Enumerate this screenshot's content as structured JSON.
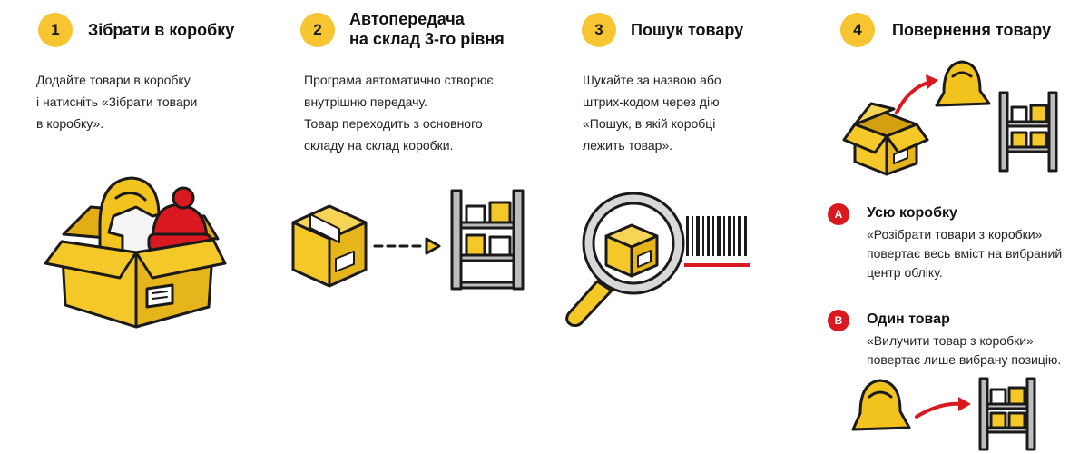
{
  "steps": [
    {
      "number": "1",
      "title_lines": [
        "Зібрати в коробку"
      ],
      "desc_lines": [
        "Додайте товари в коробку",
        "і натисніть «Зібрати товари",
        "в коробку»."
      ]
    },
    {
      "number": "2",
      "title_lines": [
        "Автопередача",
        "на склад 3-го рівня"
      ],
      "desc_lines": [
        "Програма автоматично створює",
        "внутрішню передачу.",
        "Товар переходить з основного",
        "складу на склад коробки."
      ]
    },
    {
      "number": "3",
      "title_lines": [
        "Пошук товару"
      ],
      "desc_lines": [
        "Шукайте за назвою або",
        "штрих-кодом через дію",
        "«Пошук, в якій коробці",
        "лежить товар»."
      ]
    },
    {
      "number": "4",
      "title_lines": [
        "Повернення товару"
      ],
      "options": [
        {
          "letter": "A",
          "title": "Усю коробку",
          "desc_lines": [
            "«Розібрати товари з коробки»",
            "повертає весь вміст на вибраний",
            "центр обліку."
          ]
        },
        {
          "letter": "B",
          "title": "Один товар",
          "desc_lines": [
            "«Вилучити товар з коробки»",
            "повертає лише вибрану позицію."
          ]
        }
      ]
    }
  ],
  "colors": {
    "accent_yellow": "#f7c531",
    "box_yellow": "#f5c82a",
    "red": "#d9181f",
    "outline": "#1a1a1a"
  }
}
